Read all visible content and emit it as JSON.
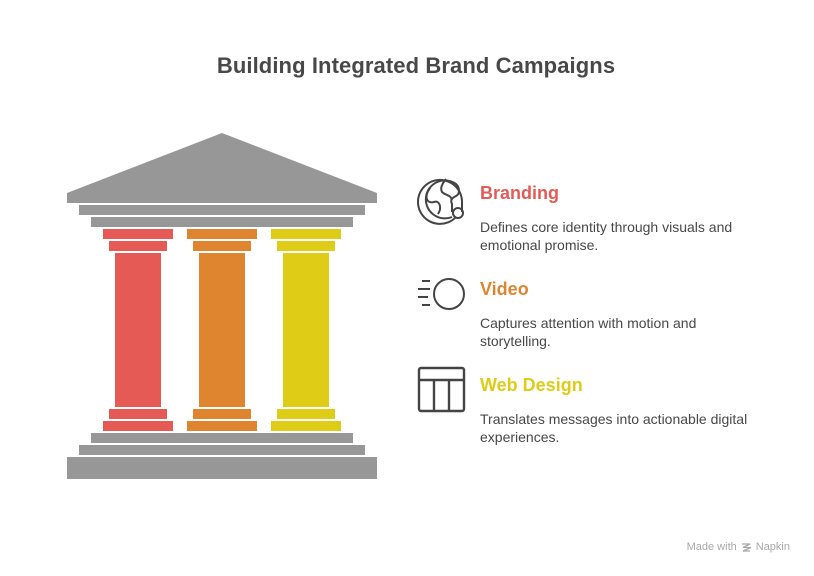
{
  "title": "Building Integrated Brand Campaigns",
  "colors": {
    "structure_gray": "#979797",
    "text_dark": "#484848",
    "branding": "#e55a55",
    "video": "#df8530",
    "web_design": "#dfcc16",
    "icon_stroke": "#444444",
    "footer_text": "#a8a8a8"
  },
  "pillars": [
    {
      "label": "Branding",
      "description": "Defines core identity through visuals and emotional promise.",
      "color": "#e55a55",
      "icon": "branding-loop-icon"
    },
    {
      "label": "Video",
      "description": "Captures attention with motion and storytelling.",
      "color": "#df8530",
      "icon": "motion-circle-icon"
    },
    {
      "label": "Web Design",
      "description": "Translates messages into actionable digital experiences.",
      "color": "#dfcc16",
      "icon": "layout-columns-icon"
    }
  ],
  "footer": {
    "made_with": "Made with",
    "brand": "Napkin",
    "icon": "napkin-logo-icon"
  }
}
